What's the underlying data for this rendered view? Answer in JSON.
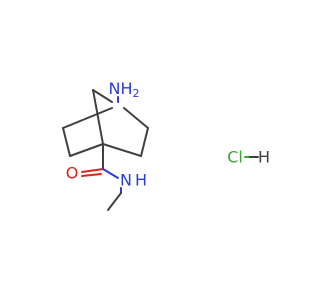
{
  "molecule": {
    "atoms": {
      "amine": {
        "text": "NH",
        "subscript": "2",
        "color": "#2a3fd6"
      },
      "carbonyl_o": {
        "text": "O",
        "color": "#e0221b"
      },
      "amide_n": {
        "text": "N",
        "color": "#2a3fd6"
      },
      "amide_h": {
        "text": "H",
        "color": "#2a3fd6"
      }
    },
    "salt": {
      "cl": {
        "text": "Cl",
        "color": "#3aa53a"
      },
      "h": {
        "text": "H",
        "color": "#404040"
      }
    },
    "bond_color": "#404040"
  }
}
